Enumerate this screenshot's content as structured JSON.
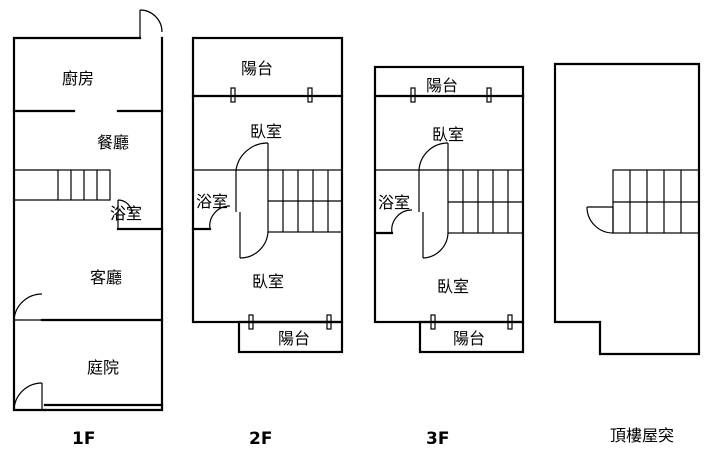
{
  "floors": {
    "f1": {
      "label": "1F",
      "rooms": {
        "kitchen": "廚房",
        "dining": "餐廳",
        "bath": "浴室",
        "living": "客廳",
        "courtyard": "庭院"
      }
    },
    "f2": {
      "label": "2F",
      "rooms": {
        "balcony_top": "陽台",
        "bedroom_top": "臥室",
        "bath": "浴室",
        "bedroom_bottom": "臥室",
        "balcony_bottom": "陽台"
      }
    },
    "f3": {
      "label": "3F",
      "rooms": {
        "balcony_top": "陽台",
        "bedroom_top": "臥室",
        "bath": "浴室",
        "bedroom_bottom": "臥室",
        "balcony_bottom": "陽台"
      }
    },
    "roof": {
      "label": "頂樓屋突"
    }
  }
}
